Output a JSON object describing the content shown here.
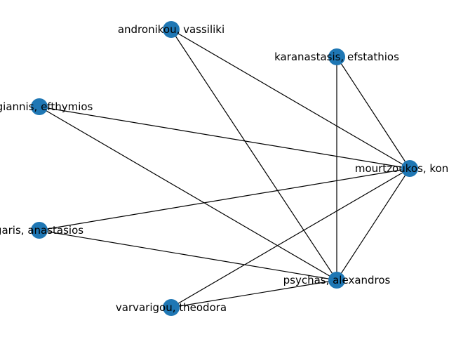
{
  "diagram": {
    "node_color": "#1f77b4",
    "edge_color": "#000000",
    "nodes": [
      {
        "id": "andronikou",
        "label": "andronikou, vassiliki"
      },
      {
        "id": "karanastasis",
        "label": "karanastasis, efstathios"
      },
      {
        "id": "efthymios",
        "label": "rogiannis, efthymios"
      },
      {
        "id": "mourtzoukos",
        "label": "mourtzoukos, konsta"
      },
      {
        "id": "anastasios",
        "label": "garis, anastasios"
      },
      {
        "id": "psychas",
        "label": "psychas, alexandros"
      },
      {
        "id": "varvarigou",
        "label": "varvarigou, theodora"
      }
    ],
    "edges": [
      [
        "andronikou",
        "mourtzoukos"
      ],
      [
        "andronikou",
        "psychas"
      ],
      [
        "karanastasis",
        "mourtzoukos"
      ],
      [
        "karanastasis",
        "psychas"
      ],
      [
        "efthymios",
        "mourtzoukos"
      ],
      [
        "efthymios",
        "psychas"
      ],
      [
        "mourtzoukos",
        "anastasios"
      ],
      [
        "mourtzoukos",
        "psychas"
      ],
      [
        "mourtzoukos",
        "varvarigou"
      ],
      [
        "anastasios",
        "psychas"
      ],
      [
        "varvarigou",
        "psychas"
      ]
    ]
  }
}
